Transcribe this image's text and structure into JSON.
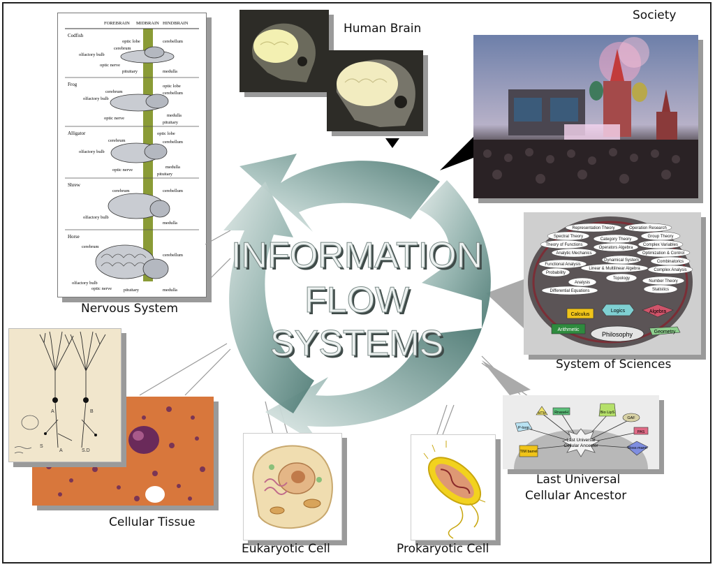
{
  "center_title": [
    "INFORMATION",
    "FLOW",
    "SYSTEMS"
  ],
  "labels": {
    "nervous_system": "Nervous System",
    "human_brain": "Human Brain",
    "society": "Society",
    "system_of_sciences": "System of Sciences",
    "luca_line1": "Last Universal",
    "luca_line2": "Cellular Ancestor",
    "prokaryotic": "Prokaryotic Cell",
    "eukaryotic": "Eukaryotic Cell",
    "cellular_tissue": "Cellular Tissue"
  },
  "brain_chart": {
    "headers": [
      "FOREBRAIN",
      "MIDBRAIN",
      "HINDBRAIN"
    ],
    "animals": [
      {
        "name": "Codfish",
        "parts": [
          "optic lobe",
          "cerebrum",
          "olfactory bulb",
          "optic nerve",
          "cerebellum",
          "pituitary",
          "medulla"
        ]
      },
      {
        "name": "Frog",
        "parts": [
          "cerebrum",
          "olfactory bulb",
          "optic lobe",
          "cerebellum",
          "optic nerve",
          "medulla",
          "pituitary"
        ]
      },
      {
        "name": "Alligator",
        "parts": [
          "cerebrum",
          "optic lobe",
          "cerebellum",
          "olfactory bulb",
          "optic nerve",
          "medulla",
          "pituitary"
        ]
      },
      {
        "name": "Shrew",
        "parts": [
          "cerebrum",
          "cerebellum",
          "olfactory bulb",
          "medulla"
        ]
      },
      {
        "name": "Horse",
        "parts": [
          "cerebrum",
          "cerebellum",
          "olfactory bulb",
          "optic nerve",
          "pituitary",
          "medulla"
        ]
      }
    ]
  },
  "sciences": {
    "theories": [
      "Representation Theory",
      "Operation Research",
      "Spectral Theory",
      "Category Theory",
      "Group Theory",
      "Theory of Functions",
      "Complex Variables",
      "Analytic Mechanics",
      "Operators Algebra",
      "Optimization & Control",
      "Dynamical System",
      "Functional Analysis",
      "Linear & Multilinear Algebra",
      "Combinatorics",
      "Probability",
      "Complex Analysis",
      "Topology",
      "Analysis",
      "Number Theory",
      "Differential Equations",
      "Statistics"
    ],
    "core": [
      "Calculus",
      "Logics",
      "Algebra",
      "Arithmetic",
      "Philosophy",
      "Geometry"
    ]
  },
  "luca": {
    "center_line1": "Last Universal",
    "center_line2": "Cellular Ancestor",
    "nodes": [
      "HTH",
      "RnaseH",
      "Bio LipS",
      "GAF",
      "P-loop",
      "PAS",
      "TIM barrel",
      "Ross mann"
    ]
  },
  "neuron_letters": [
    "A",
    "B",
    "S",
    "A",
    "S.D"
  ],
  "colors": {
    "arrow_dark": "#4e7a74",
    "arrow_light": "#dfe8e6",
    "title_fill": "#eef2f1",
    "title_shadow": "#3f4a48",
    "tissue_bg": "#d8773c",
    "logics": "#7fd0d2",
    "algebra": "#d0546a",
    "calculus": "#f0c419",
    "arithmetic": "#2e8b3e",
    "geometry": "#8ed08e"
  }
}
